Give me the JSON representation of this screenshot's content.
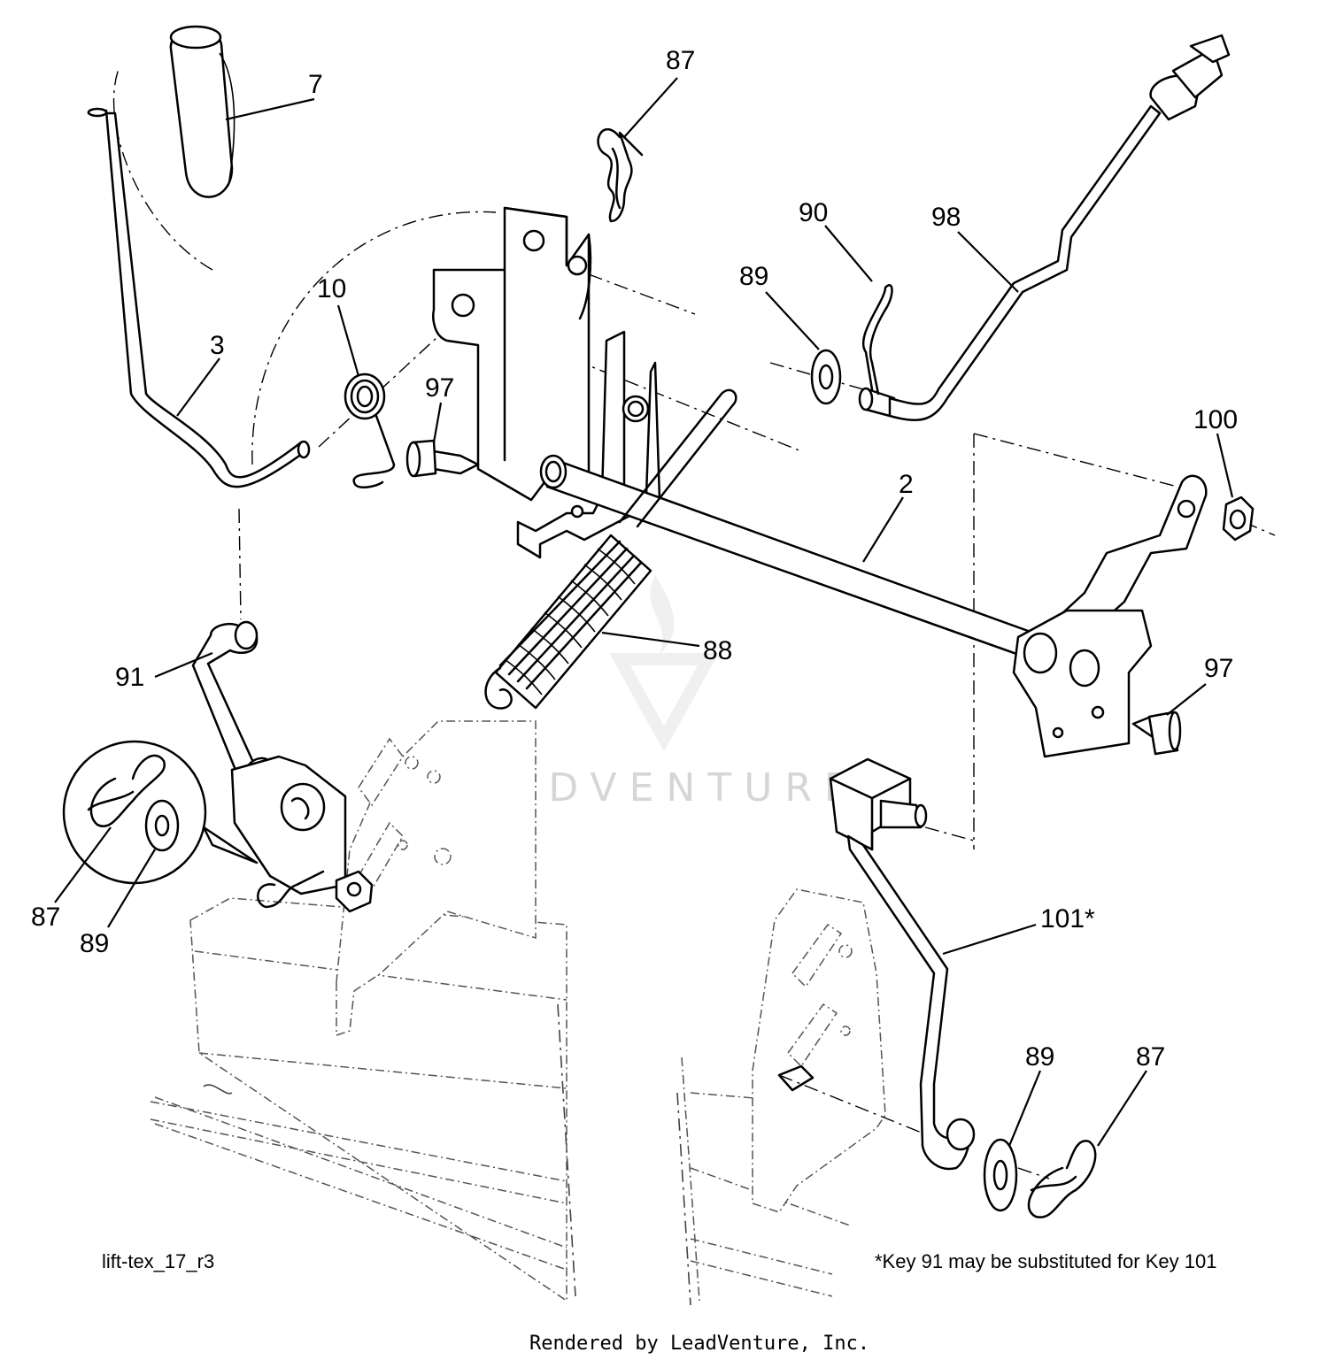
{
  "callouts": [
    {
      "id": "c7",
      "text": "7"
    },
    {
      "id": "c87a",
      "text": "87"
    },
    {
      "id": "c90",
      "text": "90"
    },
    {
      "id": "c98",
      "text": "98"
    },
    {
      "id": "c89a",
      "text": "89"
    },
    {
      "id": "c10",
      "text": "10"
    },
    {
      "id": "c3",
      "text": "3"
    },
    {
      "id": "c97a",
      "text": "97"
    },
    {
      "id": "c100",
      "text": "100"
    },
    {
      "id": "c2",
      "text": "2"
    },
    {
      "id": "c88",
      "text": "88"
    },
    {
      "id": "c91",
      "text": "91"
    },
    {
      "id": "c97b",
      "text": "97"
    },
    {
      "id": "c87b",
      "text": "87"
    },
    {
      "id": "c89b",
      "text": "89"
    },
    {
      "id": "c101",
      "text": "101*"
    },
    {
      "id": "c89c",
      "text": "89"
    },
    {
      "id": "c87c",
      "text": "87"
    }
  ],
  "diagram_code": "lift-tex_17_r3",
  "note": "*Key 91 may be substituted for Key 101",
  "footer": "Rendered by LeadVenture, Inc.",
  "watermark": "LEADVENTURE"
}
